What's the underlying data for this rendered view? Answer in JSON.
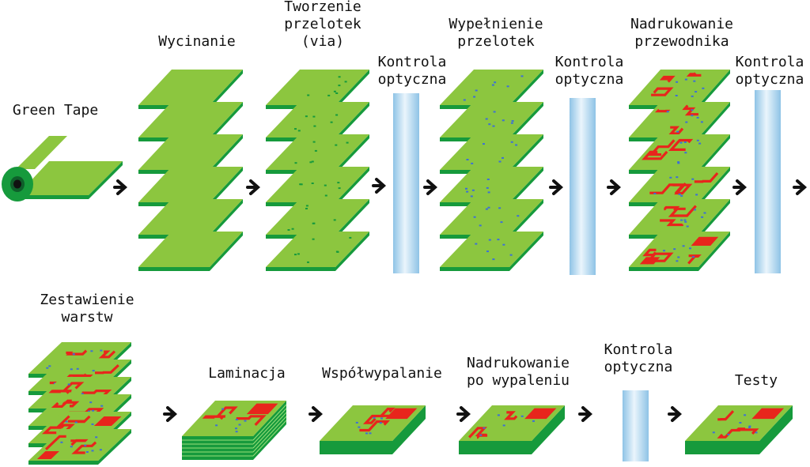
{
  "colors": {
    "tape_top": "#8cc63f",
    "tape_edge": "#169a3c",
    "via": "#3d6fd6",
    "conductor": "#e8251c",
    "inspection_light": "#cfe6f5",
    "inspection_dark": "#8ec3e6",
    "arrow": "#111111"
  },
  "labels": {
    "green_tape": "Green Tape",
    "cutting": "Wycinanie",
    "via_forming": "Tworzenie\nprzelotek\n(via)",
    "inspection_1": "Kontrola\noptyczna",
    "via_filling": "Wypełnienie\nprzelotek",
    "inspection_2": "Kontrola\noptyczna",
    "conductor_print": "Nadrukowanie\nprzewodnika",
    "inspection_3": "Kontrola\noptyczna",
    "collating": "Zestawienie\nwarstw",
    "lamination": "Laminacja",
    "cofiring": "Współwypalanie",
    "post_fire_print": "Nadrukowanie\npo wypaleniu",
    "inspection_4": "Kontrola\noptyczna",
    "testing": "Testy"
  }
}
